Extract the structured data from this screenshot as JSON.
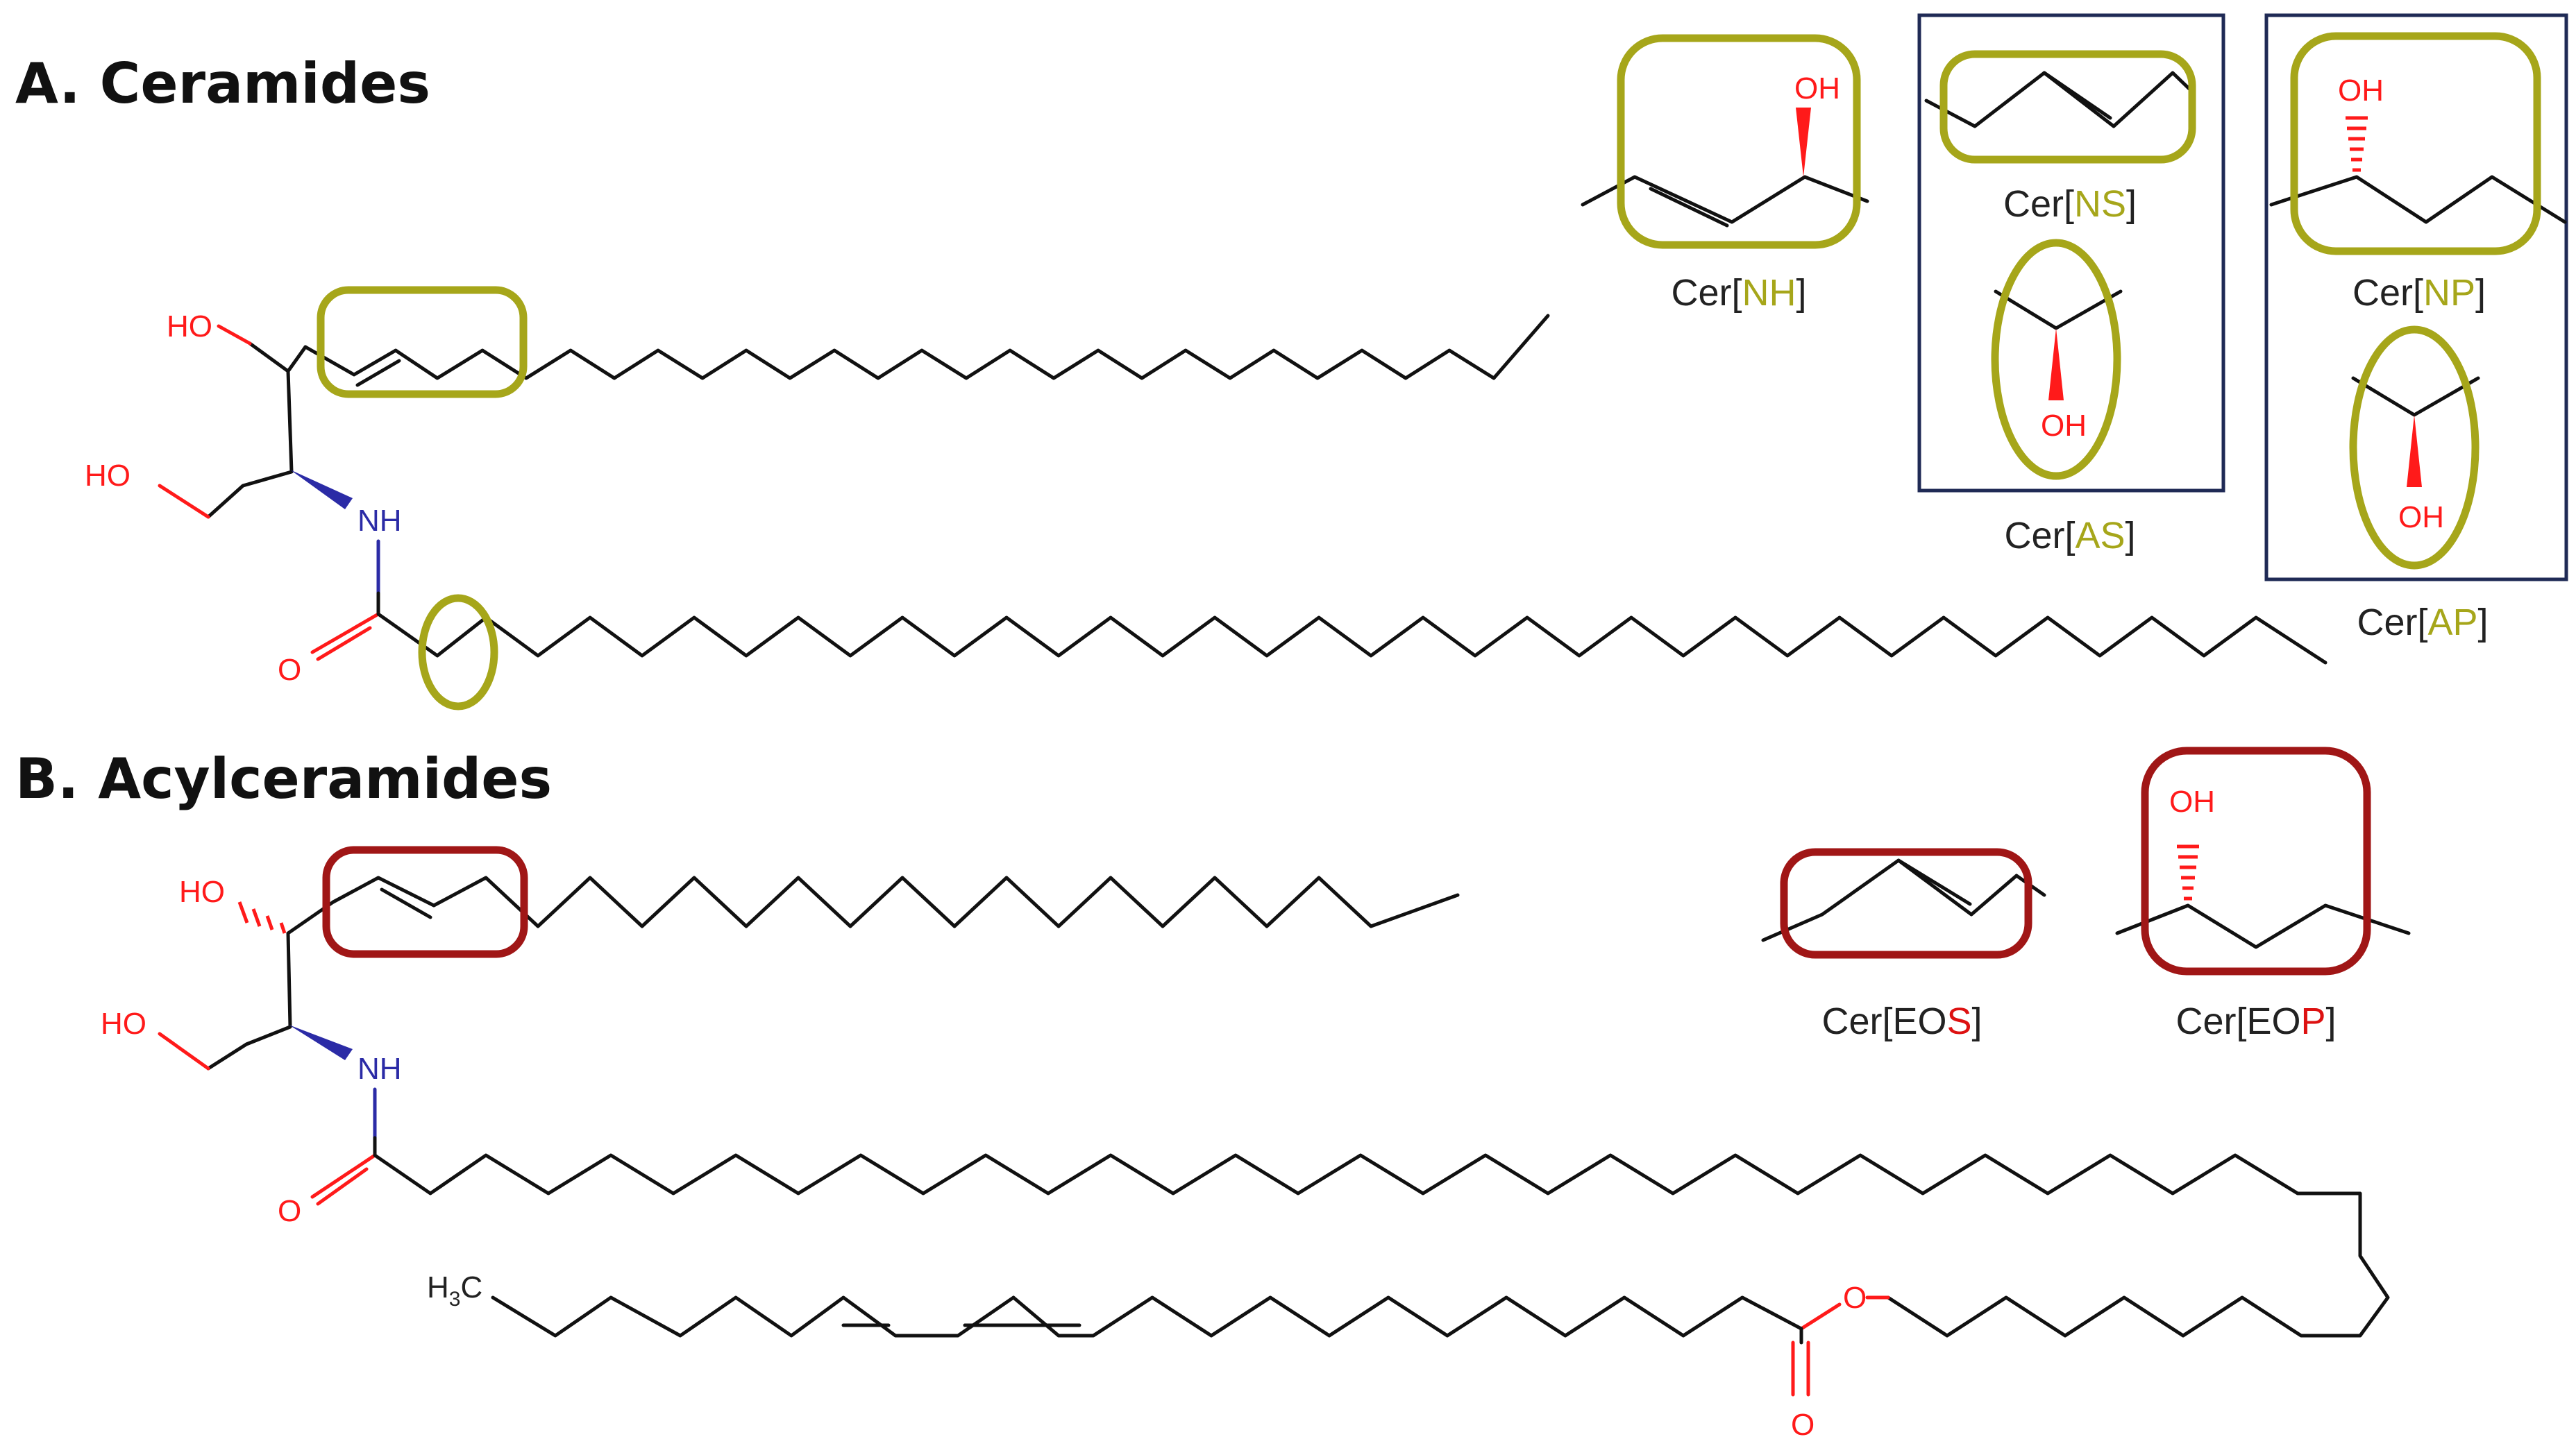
{
  "headings": {
    "a": "A. Ceramides",
    "b": "B. Acylceramides"
  },
  "atoms": {
    "hydroxyl": "OH",
    "hydroxyl_left": "HO",
    "amine": "NH",
    "oxygen": "O",
    "methyl_prefix": "H",
    "methyl_sub": "3",
    "methyl_suffix": "C"
  },
  "variants": {
    "nh": {
      "prefix": "Cer[",
      "code": "NH",
      "suffix": "]"
    },
    "ns": {
      "prefix": "Cer[",
      "code": "NS",
      "suffix": "]"
    },
    "as": {
      "prefix": "Cer[",
      "code": "AS",
      "suffix": "]"
    },
    "np": {
      "prefix": "Cer[",
      "code": "NP",
      "suffix": "]"
    },
    "ap": {
      "prefix": "Cer[",
      "code": "AP",
      "suffix": "]"
    },
    "eos": {
      "prefix": "Cer[EO",
      "code": "S",
      "suffix": "]"
    },
    "eop": {
      "prefix": "Cer[EO",
      "code": "P",
      "suffix": "]"
    }
  },
  "colors": {
    "ceramide_highlight": "#a6a61a",
    "acylceramide_highlight": "#a01616",
    "oxygen": "#ff1a1a",
    "nitrogen": "#2b2ba6",
    "frame": "#1f2a55"
  }
}
